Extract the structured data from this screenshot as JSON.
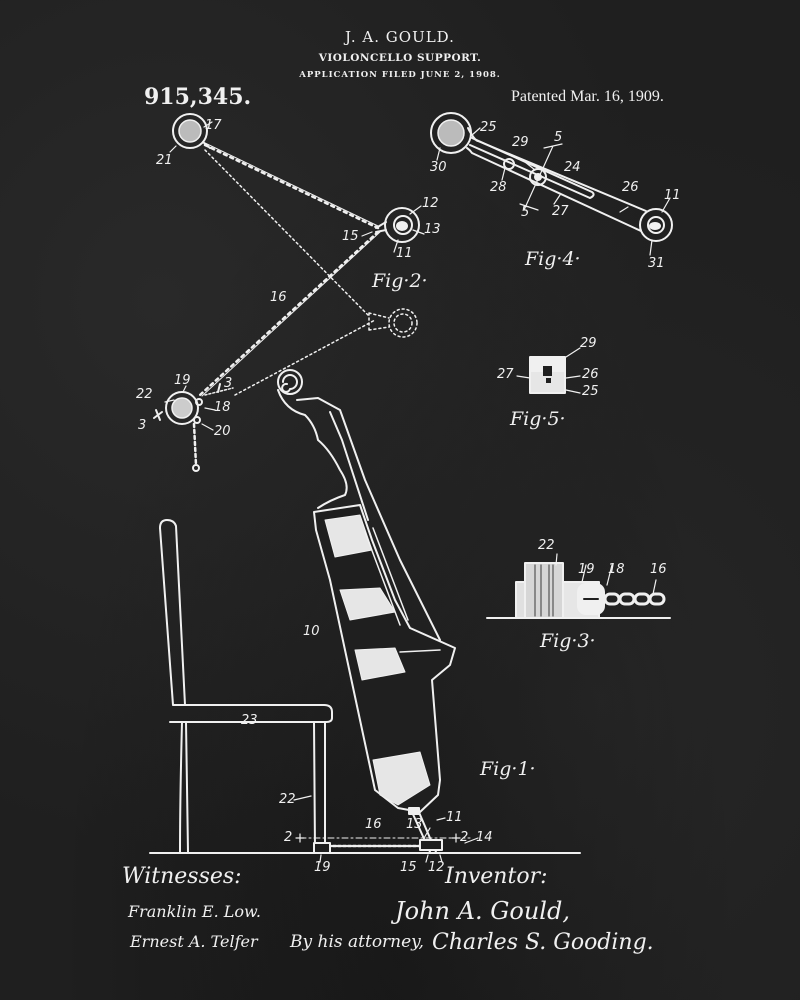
{
  "header": {
    "inventor_name": "J. A. GOULD.",
    "title": "VIOLONCELLO SUPPORT.",
    "filed": "APPLICATION FILED JUNE 2, 1908.",
    "patent_number": "915,345.",
    "patented": "Patented Mar. 16, 1909."
  },
  "figures": {
    "fig1": "Fig·1·",
    "fig2": "Fig·2·",
    "fig3": "Fig·3·",
    "fig4": "Fig·4·",
    "fig5": "Fig·5·"
  },
  "labels": {
    "fig2": {
      "l17": "17",
      "l21": "21",
      "l12": "12",
      "l13": "13",
      "l11": "11",
      "l15": "15",
      "l16": "16",
      "l22": "22",
      "l19": "19",
      "l3a": "3",
      "l3b": "3",
      "l18": "18",
      "l20": "20"
    },
    "fig4": {
      "l25": "25",
      "l29": "29",
      "l5a": "5",
      "l5b": "5",
      "l30": "30",
      "l28": "28",
      "l24": "24",
      "l27": "27",
      "l26": "26",
      "l11": "11",
      "l31": "31"
    },
    "fig5": {
      "l29": "29",
      "l27": "27",
      "l26": "26",
      "l25": "25"
    },
    "fig3": {
      "l22": "22",
      "l19": "19",
      "l18": "18",
      "l16": "16"
    },
    "fig1": {
      "l10": "10",
      "l23": "23",
      "l22": "22",
      "l16": "16",
      "l13": "13",
      "l11": "11",
      "l2a": "2",
      "l2b": "2",
      "l14": "14",
      "l19": "19",
      "l15": "15",
      "l12": "12"
    }
  },
  "footer": {
    "witnesses_label": "Witnesses:",
    "witness1": "Franklin E. Low.",
    "witness2": "Ernest A. Telfer",
    "inventor_label": "Inventor:",
    "inventor_signature": "John A. Gould,",
    "attorney_prefix": "By his attorney,",
    "attorney_signature": "Charles S. Gooding."
  },
  "colors": {
    "background": "#1f1f1f",
    "ink": "#f0f0f0"
  }
}
